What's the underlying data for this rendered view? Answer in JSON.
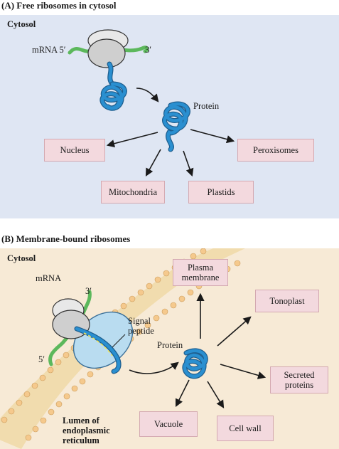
{
  "panel_a": {
    "title": "(A) Free ribosomes in cytosol",
    "region_label": "Cytosol",
    "mrna_label": "mRNA 5′",
    "three_prime": "3′",
    "protein_label": "Protein",
    "destinations": [
      "Nucleus",
      "Peroxisomes",
      "Mitochondria",
      "Plastids"
    ]
  },
  "panel_b": {
    "title": "(B) Membrane-bound ribosomes",
    "region_label": "Cytosol",
    "mrna_label": "mRNA",
    "three_prime": "3′",
    "five_prime": "5′",
    "signal_peptide_label": "Signal\npeptide",
    "protein_label": "Protein",
    "lumen_label": "Lumen of\nendoplasmic\nreticulum",
    "destinations": [
      "Plasma\nmembrane",
      "Tonoplast",
      "Secreted\nproteins",
      "Vacuole",
      "Cell wall"
    ]
  },
  "colors": {
    "panel_a_background": "#dfe6f3",
    "panel_b_background": "#f7ead6",
    "destination_box": "#f3d9de",
    "protein": "#2a8fd0",
    "mrna": "#5cb85c",
    "ribosome": "#d4d4d4",
    "membrane": "#f0d9a6"
  }
}
